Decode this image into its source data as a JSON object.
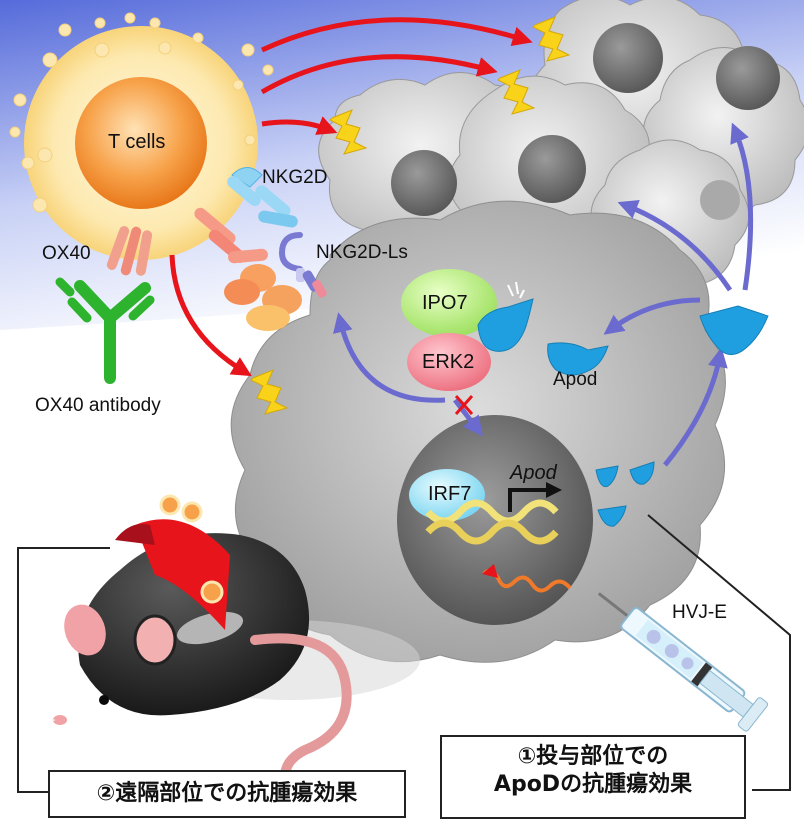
{
  "labels": {
    "t_cells": "T cells",
    "nkg2d": "NKG2D",
    "nkg2d_ls": "NKG2D-Ls",
    "ox40": "OX40",
    "ox40_antibody": "OX40 antibody",
    "ipo7": "IPO7",
    "erk2": "ERK2",
    "apod_protein": "Apod",
    "irf7": "IRF7",
    "apod_gene": "Apod",
    "hvj_e": "HVJ-E"
  },
  "captions": {
    "injection_site_line1": "①投与部位での",
    "injection_site_line2": "ApoDの抗腫瘍効果",
    "distant_site": "②遠隔部位での抗腫瘍効果"
  },
  "colors": {
    "attack_arrow": "#e8141b",
    "apod_arrow": "#6666cc",
    "apod_shape": "#1f9fe0",
    "t_cell_core": "#f28a1e",
    "tumor_gray": "#bdbdbd",
    "antibody_green": "#2db32d"
  }
}
